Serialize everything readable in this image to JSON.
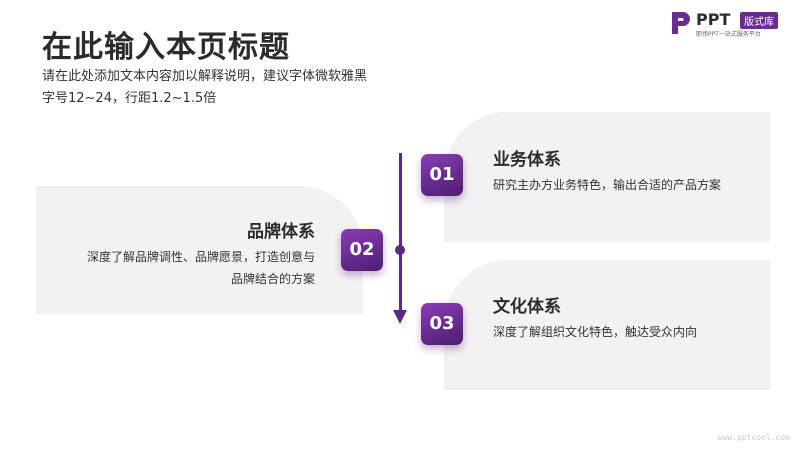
{
  "header": {
    "title": "在此输入本页标题",
    "subtitle_line1": "请在此处添加文本内容加以解释说明，建议字体微软雅黑",
    "subtitle_line2": "字号12~24，行距1.2~1.5倍"
  },
  "logo": {
    "brand": "PPT",
    "tag": "版式库",
    "slogan": "职场PPT一站式服务平台",
    "color": "#6a2c8f"
  },
  "items": [
    {
      "number": "01",
      "title": "业务体系",
      "desc_line1": "研究主办方业务特色，输出合适的产品方案"
    },
    {
      "number": "02",
      "title": "品牌体系",
      "desc_line1": "深度了解品牌调性、品牌愿景，打造创意与",
      "desc_line2": "品牌结合的方案"
    },
    {
      "number": "03",
      "title": "文化体系",
      "desc_line1": "深度了解组织文化特色，触达受众内向"
    }
  ],
  "footer": {
    "url": "www.pptcool.com"
  },
  "colors": {
    "accent": "#5b2a80",
    "card_bg": "#f2f2f2"
  }
}
